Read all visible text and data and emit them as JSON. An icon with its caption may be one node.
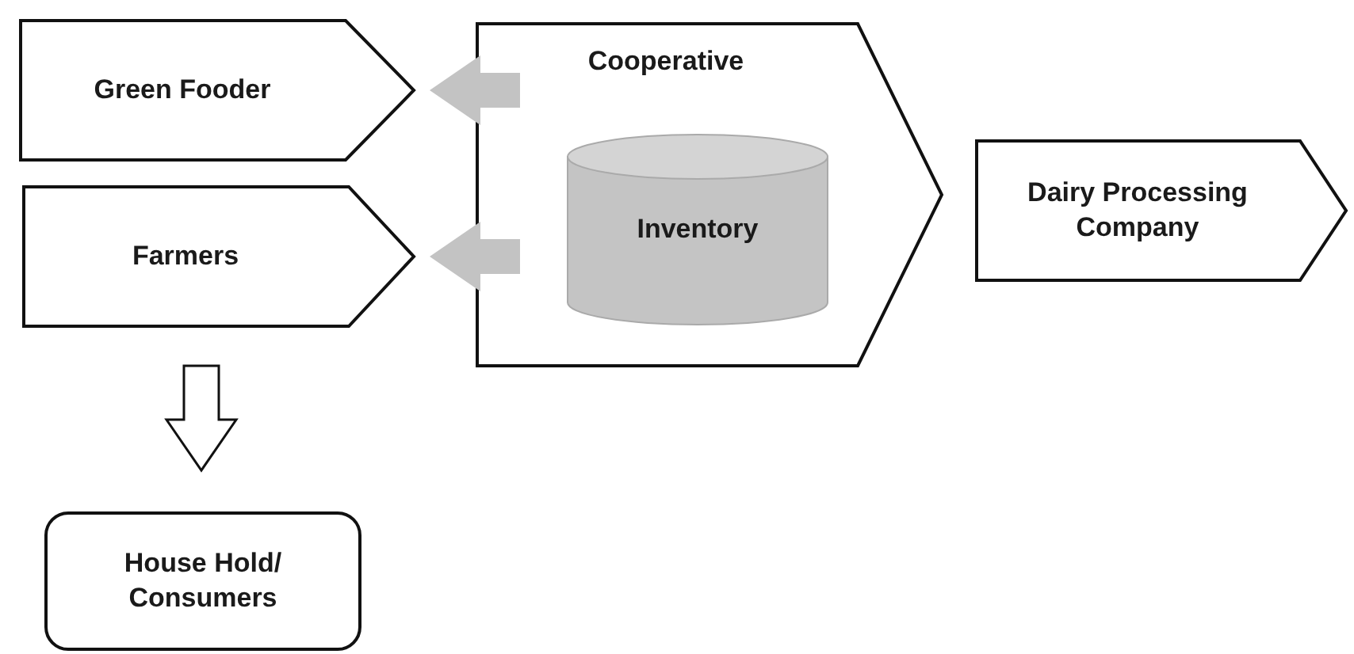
{
  "diagram": {
    "nodes": [
      {
        "text": [
          "Green Fooder"
        ]
      },
      {
        "text": [
          "Farmers"
        ]
      },
      {
        "text": [
          "Cooperative"
        ]
      },
      {
        "text": [
          "Inventory"
        ],
        "in": 2
      },
      {
        "text": [
          "Dairy Processing Company"
        ]
      },
      {
        "text": [
          "House Hold/ Consumers"
        ]
      }
    ],
    "edges": [
      {
        "from": 2,
        "to": 0,
        "arrow": "to"
      },
      {
        "from": 2,
        "to": 1,
        "arrow": "to"
      },
      {
        "from": 1,
        "to": 5,
        "arrow": "to",
        "color": "#ffffff"
      }
    ]
  }
}
